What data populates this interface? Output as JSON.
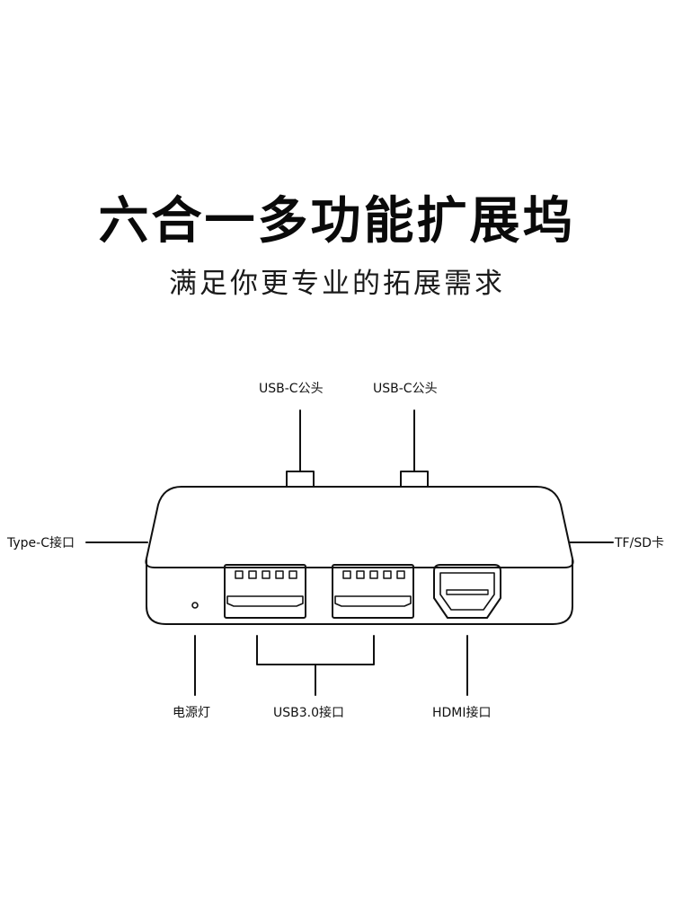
{
  "header": {
    "title": "六合一多功能扩展坞",
    "subtitle": "满足你更专业的拓展需求"
  },
  "callouts": {
    "usbc_male_left": "USB-C公头",
    "usbc_male_right": "USB-C公头",
    "typec_port": "Type-C接口",
    "tf_sd": "TF/SD卡",
    "power_led": "电源灯",
    "usb30_ports": "USB3.0接口",
    "hdmi_port": "HDMI接口"
  },
  "colors": {
    "line": "#111111",
    "background": "#ffffff"
  }
}
